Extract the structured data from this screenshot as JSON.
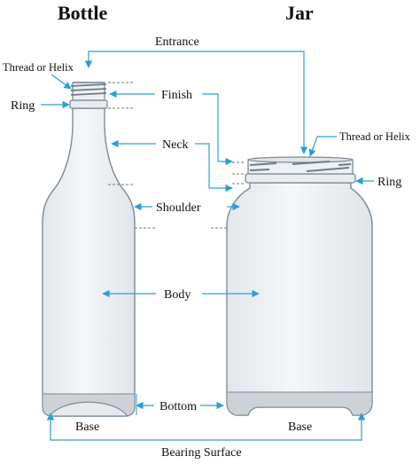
{
  "titles": {
    "bottle": "Bottle",
    "jar": "Jar"
  },
  "labels": {
    "entrance": "Entrance",
    "thread_bottle": "Thread or Helix",
    "ring_bottle": "Ring",
    "finish": "Finish",
    "neck": "Neck",
    "thread_jar": "Thread or Helix",
    "ring_jar": "Ring",
    "shoulder": "Shoulder",
    "body": "Body",
    "bottom": "Bottom",
    "base_bottle": "Base",
    "base_jar": "Base",
    "bearing_surface": "Bearing Surface"
  },
  "colors": {
    "arrow": "#2a9fd6",
    "outline": "#7d8a96",
    "glass": "#eef1f4",
    "glass_dark": "#cdd2d7",
    "dashed": "#777777"
  }
}
